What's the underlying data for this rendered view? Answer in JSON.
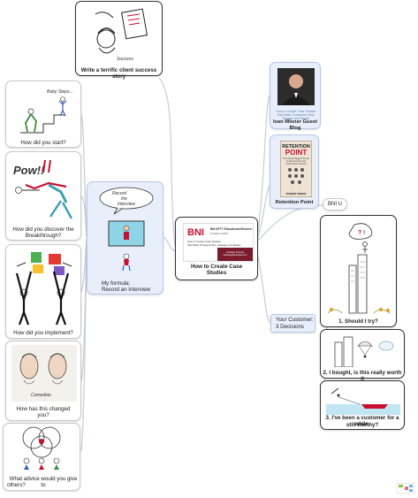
{
  "central": {
    "title": "How to Create Case Studies",
    "slide": {
      "logo": "BNI",
      "heading": "BNI APTT Educational Moment",
      "date": "10 March 2015",
      "line1": "How to Create Case Studies",
      "line2": "that Make Prospects Buy. Engage and Retain",
      "footer1": "Lindsay Thorne",
      "footer2": "website@example.com"
    }
  },
  "nodes": {
    "success_story": "Write a terrific client success story",
    "misner_caption": "How to Create Case Studies that Make Customers Buy. Engage and Retain",
    "misner": "Ivan Misner Guest Blog",
    "retention_book": {
      "title1": "RETENTION",
      "title2": "POINT",
      "subtitle": "The Single Biggest Secret to Membership and Subscription Growth",
      "author": "ROBERT SKROB"
    },
    "retention": "Retention Point",
    "bni_u": "BNI U",
    "formula_line1": "My formula:",
    "formula_line2": "Record an Interview",
    "formula_bubble_1": "Record",
    "formula_bubble_2": "the",
    "formula_bubble_3": "Interview",
    "customer_line1": "Your Customer:",
    "customer_line2": "3 Decisions",
    "should_try": "1. Should I try?",
    "worth_it": "2. I bought, is this really worth it",
    "still_worthy_1": "3.    I've been a customer for a while,",
    "still_worthy_2": "still worthy?",
    "how_start": "How did you start?",
    "start_note": "Baby Steps...",
    "breakthrough_1": "How did you discover the",
    "breakthrough_2": "Breakthrough?",
    "pow": "Pow!!",
    "implement": "How did you implement?",
    "changed_1": "How has this changed",
    "changed_2": "you?",
    "comedian": "Comedian",
    "advice_1": "What advice would you give to",
    "advice_2": "others?"
  },
  "colors": {
    "connector": "#c7ccd4",
    "node_blue": "#e8effb",
    "bni_red": "#c8102e",
    "slide_maroon": "#7a1b2e"
  }
}
